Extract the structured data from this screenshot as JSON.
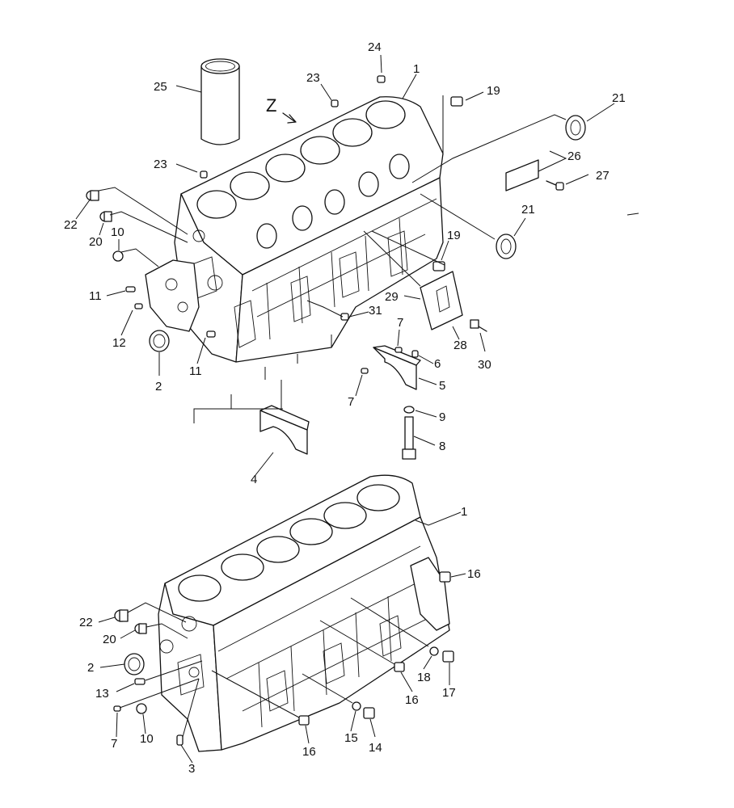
{
  "view_label": "Z",
  "callouts": {
    "c25": "25",
    "c24": "24",
    "c23a": "23",
    "c23b": "23",
    "c1a": "1",
    "c19a": "19",
    "c21a": "21",
    "c26": "26",
    "c27": "27",
    "c21b": "21",
    "c22a": "22",
    "c20a": "20",
    "c10a": "10",
    "c19b": "19",
    "c11a": "11",
    "c12": "12",
    "c2a": "2",
    "c11b": "11",
    "c31": "31",
    "c29": "29",
    "c28": "28",
    "c30": "30",
    "c7a": "7",
    "c6": "6",
    "c7b": "7",
    "c5": "5",
    "c9": "9",
    "c8": "8",
    "c4": "4",
    "c1b": "1",
    "c16a": "16",
    "c22b": "22",
    "c20b": "20",
    "c2b": "2",
    "c13": "13",
    "c7c": "7",
    "c10b": "10",
    "c3": "3",
    "c16b": "16",
    "c15": "15",
    "c14": "14",
    "c16c": "16",
    "c18": "18",
    "c17": "17"
  }
}
